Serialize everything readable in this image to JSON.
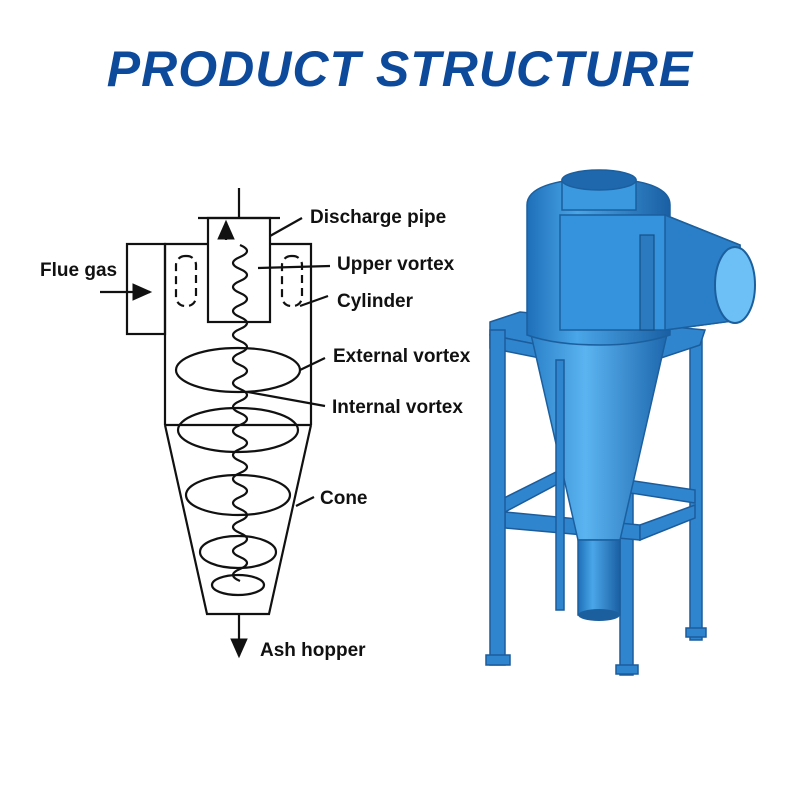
{
  "title": "PRODUCT  STRUCTURE",
  "diagram": {
    "labels": {
      "discharge_pipe": "Discharge pipe",
      "upper_vortex": "Upper vortex",
      "cylinder": "Cylinder",
      "external_vortex": "External vortex",
      "internal_vortex": "Internal vortex",
      "cone": "Cone",
      "flue_gas": "Flue gas",
      "ash_hopper": "Ash hopper"
    }
  },
  "colors": {
    "title": "#0d4a9c",
    "machine_body": "#2e8fd6",
    "machine_dark": "#1b5f9e",
    "frame": "#2a7cc4"
  },
  "illustration": "blue cyclone dust collector on steel stand"
}
